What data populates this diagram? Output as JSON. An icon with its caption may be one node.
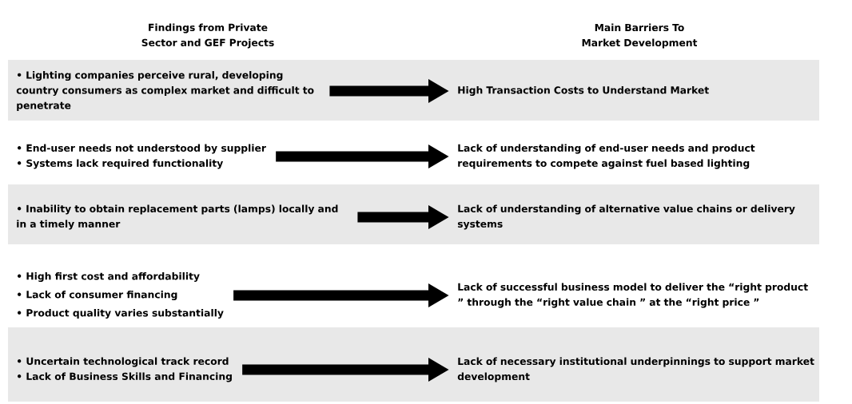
{
  "diagram": {
    "nodes": [
      {
        "text": [
          "• Lighting companies perceive rural, developing country consumers as complex market and difficult to penetrate"
        ]
      },
      {
        "text": [
          "High Transaction Costs to Understand Market"
        ]
      },
      {
        "text": [
          "• End-user needs not understood by supplier",
          "• Systems lack required functionality"
        ]
      },
      {
        "text": [
          "Lack of understanding of end-user needs and product requirements to compete against fuel based lighting"
        ]
      },
      {
        "text": [
          "• Inability to obtain replacement parts (lamps) locally and in a timely manner"
        ]
      },
      {
        "text": [
          "Lack of understanding of alternative value chains or delivery systems"
        ]
      },
      {
        "text": [
          "• High first cost and affordability",
          "• Lack of consumer financing",
          "• Product quality varies substantially"
        ]
      },
      {
        "text": [
          "Lack of successful business model to deliver the “right product ” through the “right value chain ” at the “right price ”"
        ]
      },
      {
        "text": [
          "• Uncertain technological track record",
          "• Lack of Business Skills and Financing"
        ]
      },
      {
        "text": [
          "Lack of necessary institutional underpinnings to support market development"
        ]
      }
    ],
    "edges": [
      {
        "from": 0,
        "to": 1,
        "arrow": "to"
      },
      {
        "from": 2,
        "to": 3,
        "arrow": "to"
      },
      {
        "from": 4,
        "to": 5,
        "arrow": "to"
      },
      {
        "from": 6,
        "to": 7,
        "arrow": "to"
      },
      {
        "from": 8,
        "to": 9,
        "arrow": "to"
      }
    ],
    "labels": [
      "Findings from Private Sector and GEF Projects",
      "Main Barriers To Market Development"
    ]
  }
}
